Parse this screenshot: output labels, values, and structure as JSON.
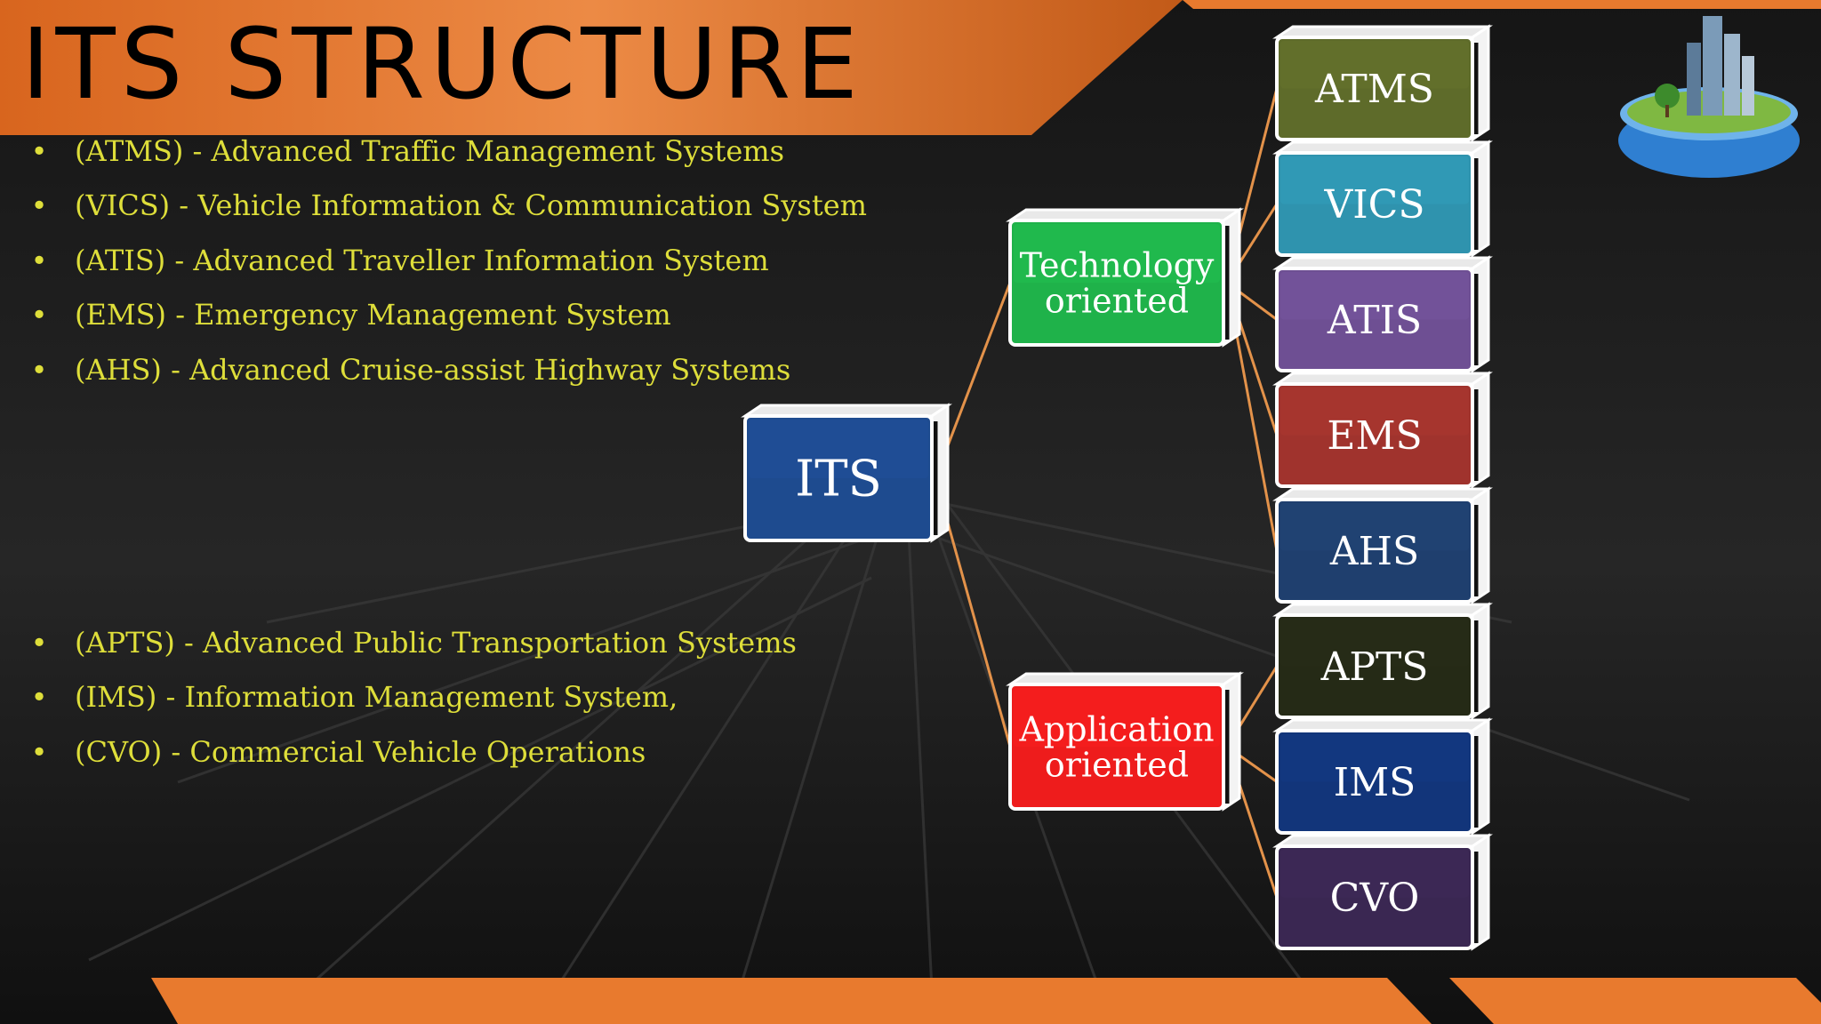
{
  "title": "ITS STRUCTURE",
  "bullets_top": [
    "(ATMS) - Advanced Traffic Management Systems",
    "(VICS) - Vehicle Information & Communication System",
    "(ATIS) - Advanced Traveller Information System",
    "(EMS) - Emergency Management System",
    "(AHS) - Advanced Cruise-assist Highway Systems"
  ],
  "bullets_bottom": [
    "(APTS) - Advanced Public Transportation Systems",
    "(IMS) - Information Management System,",
    "(CVO) - Commercial Vehicle Operations"
  ],
  "bullet_glyph": "•",
  "diagram": {
    "root": {
      "label": "ITS",
      "color": "#1e4b8f"
    },
    "groups": [
      {
        "id": "tech",
        "label_lines": [
          "Technology",
          "oriented"
        ],
        "color": "#1fb24a"
      },
      {
        "id": "app",
        "label_lines": [
          "Application",
          "oriented"
        ],
        "color": "#ee1c1c"
      }
    ],
    "leaves": [
      {
        "label": "ATMS",
        "group": "tech",
        "color": "#5e6b2a"
      },
      {
        "label": "VICS",
        "group": "tech",
        "color": "#2f93ae"
      },
      {
        "label": "ATIS",
        "group": "tech",
        "color": "#6e4f93"
      },
      {
        "label": "EMS",
        "group": "tech",
        "color": "#a0332d"
      },
      {
        "label": "AHS",
        "group": "tech",
        "color": "#1f3f6e"
      },
      {
        "label": "APTS",
        "group": "app",
        "color": "#252a16"
      },
      {
        "label": "IMS",
        "group": "app",
        "color": "#12357a"
      },
      {
        "label": "CVO",
        "group": "app",
        "color": "#3a2752"
      }
    ],
    "connector_color": "#e3924a"
  },
  "colors": {
    "accent_orange": "#e87a2e",
    "text_yellow": "#dede3a",
    "background": "#0b0b0b"
  },
  "icons": {
    "logo": "city-globe-icon"
  }
}
